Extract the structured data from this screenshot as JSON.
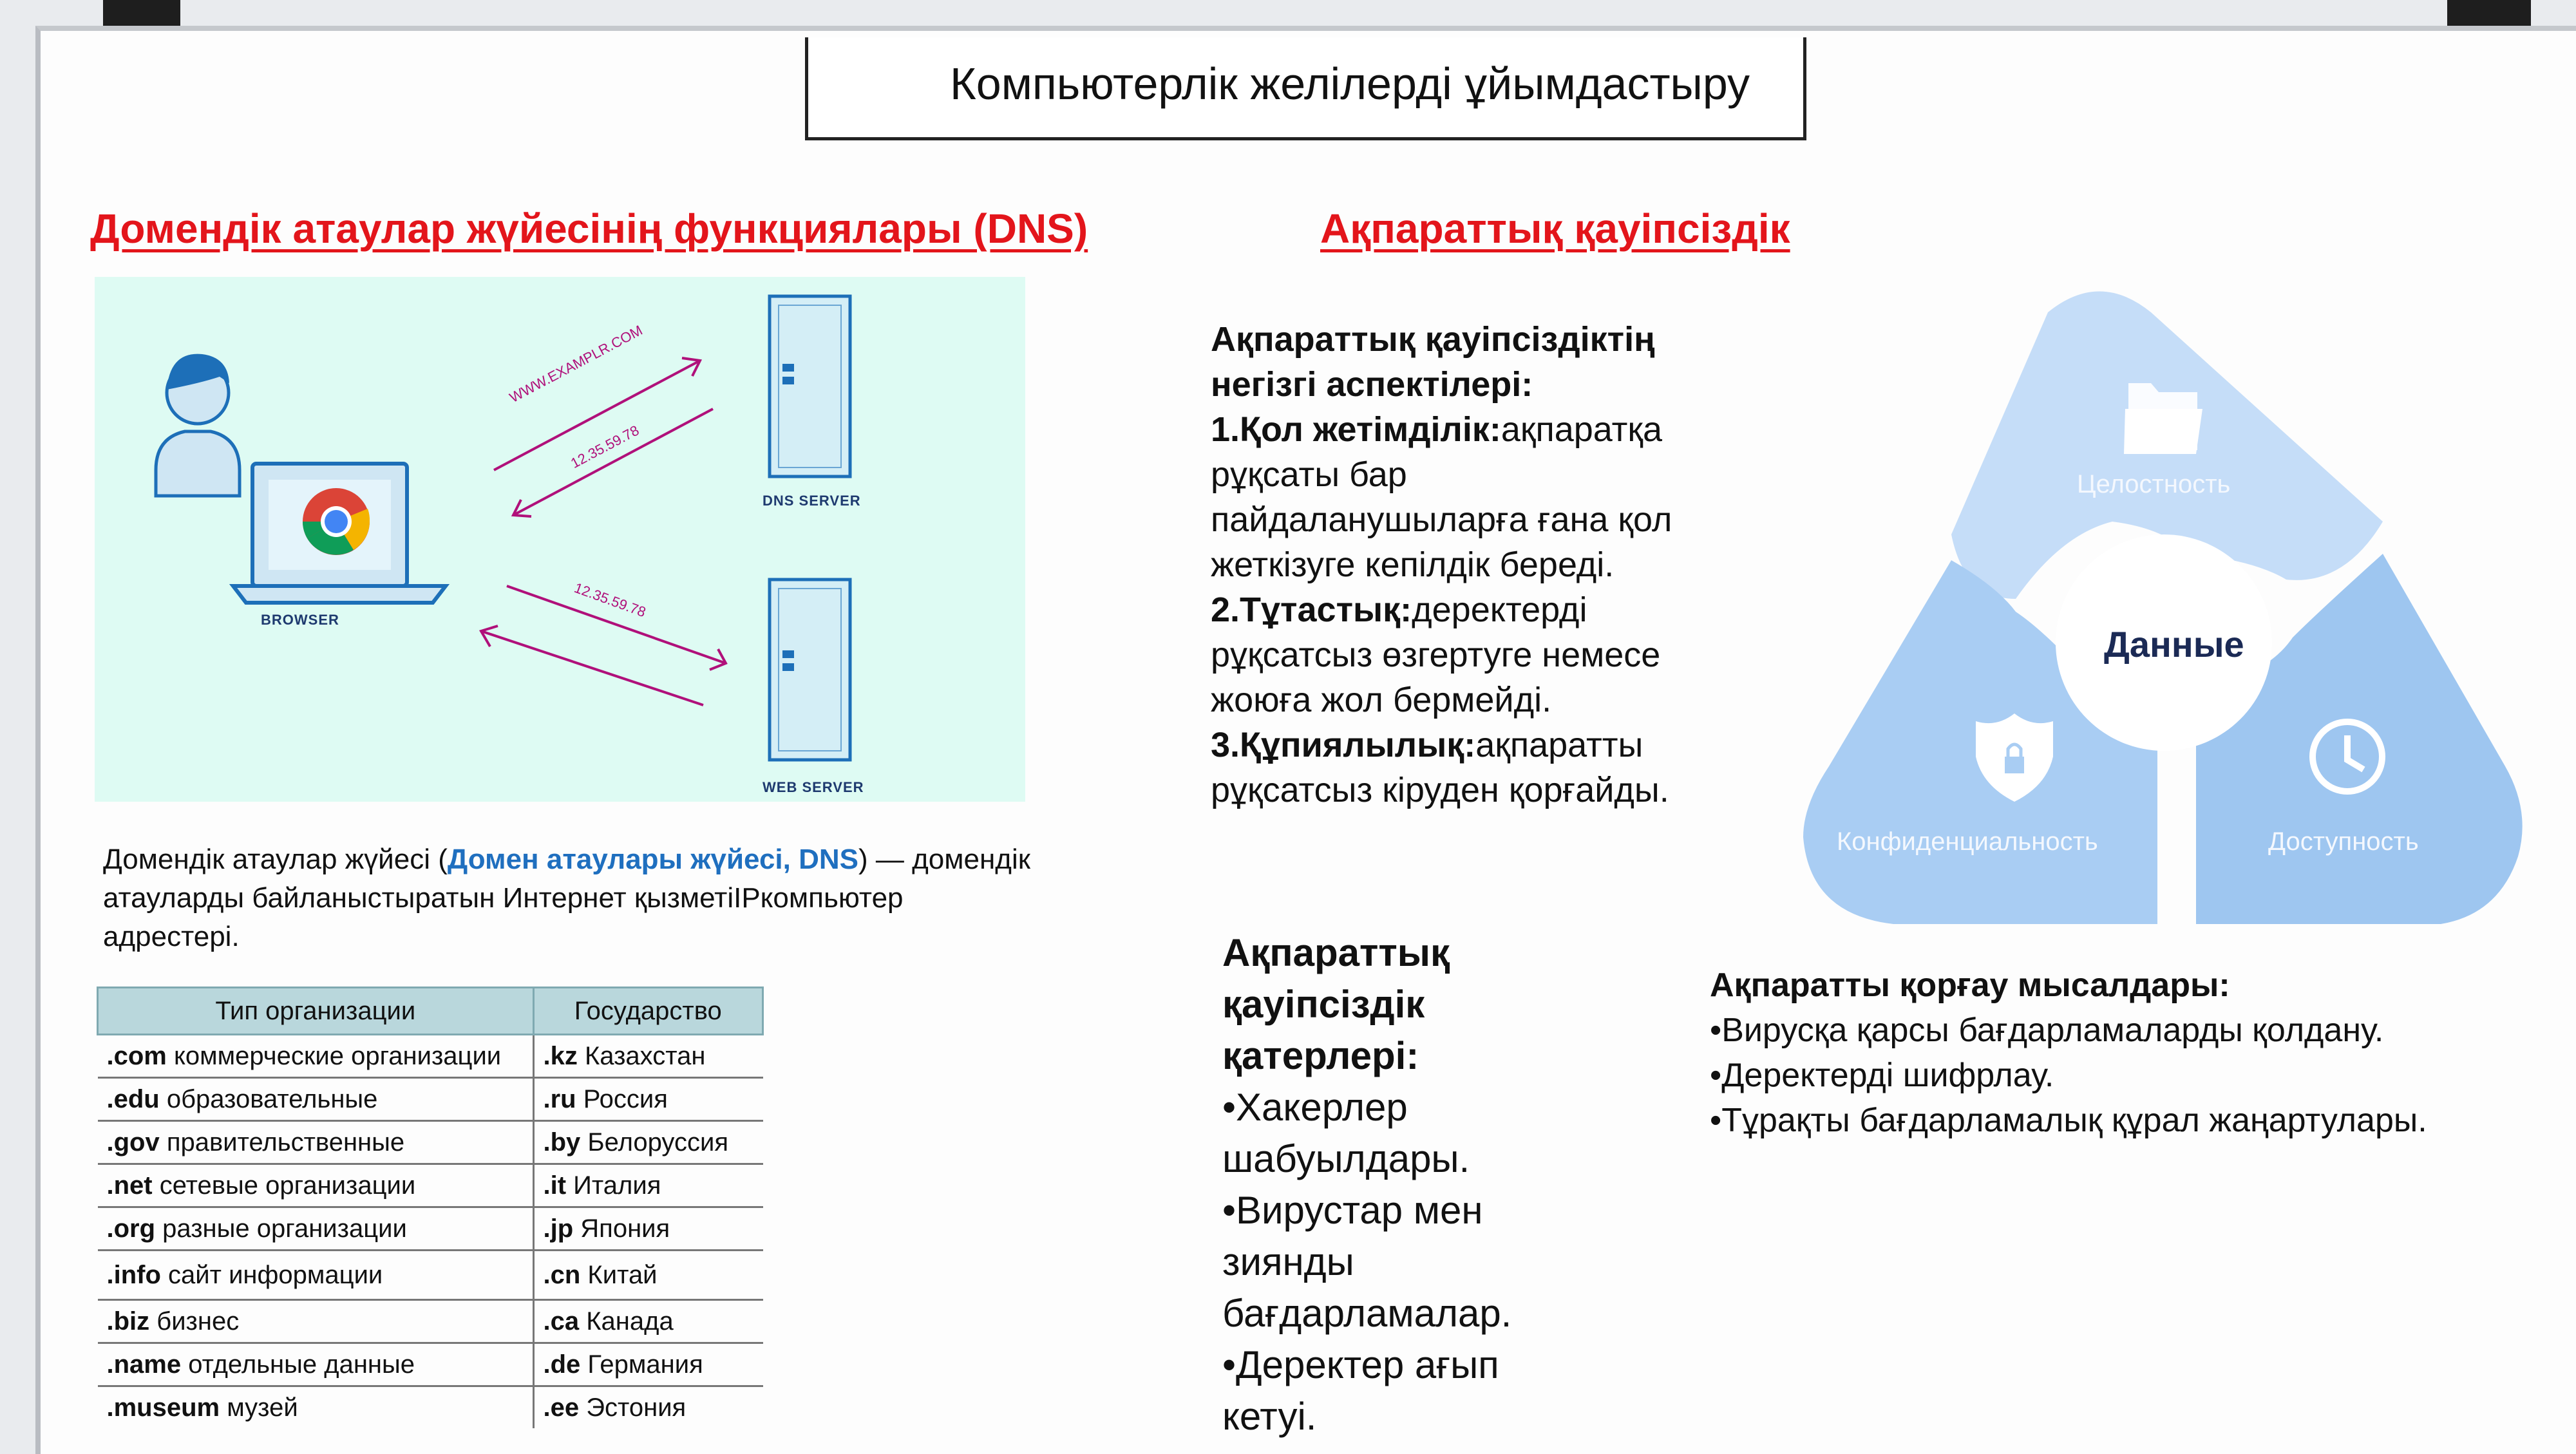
{
  "slide_title": "Компьютерлік желілерді ұйымдастыру",
  "dns_section": {
    "heading": "Домендік атаулар жүйесінің функциялары (DNS)",
    "diagram": {
      "browser_label": "BROWSER",
      "dns_server_label": "DNS  SERVER",
      "web_server_label": "WEB SERVER",
      "request_domain": "WWW.EXAMPLR.COM",
      "response_ip": "12.35.59.78",
      "web_request_ip": "12.35.59.78"
    },
    "description_prefix": "Домендік атаулар жүйесі (",
    "description_highlight": "Домен атаулары жүйесі, DNS",
    "description_suffix": ") — домендік атауларды байланыстыратын Интернет қызметіIPкомпьютер адрестері.",
    "table": {
      "headers": [
        "Тип организации",
        "Государство"
      ],
      "rows": [
        [
          ".com",
          "коммерческие организации",
          ".kz",
          "Казахстан"
        ],
        [
          ".edu",
          "образовательные",
          ".ru",
          "Россия"
        ],
        [
          ".gov",
          "правительственные",
          ".by",
          "Белоруссия"
        ],
        [
          ".net",
          "сетевые организации",
          ".it",
          "Италия"
        ],
        [
          ".org",
          "разные организации",
          ".jp",
          "Япония"
        ],
        [
          ".info",
          "сайт информации",
          ".cn",
          "Китай"
        ],
        [
          ".biz",
          "бизнес",
          ".ca",
          "Канада"
        ],
        [
          ".name",
          "отдельные данные",
          ".de",
          "Германия"
        ],
        [
          ".museum",
          "музей",
          ".ee",
          "Эстония"
        ]
      ]
    }
  },
  "security_section": {
    "heading": "Ақпараттық қауіпсіздік",
    "aspects_title_1": "Ақпараттық қауіпсіздіктің",
    "aspects_title_2": "негізгі аспектілері:",
    "aspect_1_bold": "1.Қол жетімділік:",
    "aspect_1_text_a": "ақпаратқа",
    "aspect_1_text_b": "рұқсаты бар",
    "aspect_1_text_c": "пайдаланушыларға ғана қол",
    "aspect_1_text_d": "жеткізуге кепілдік береді.",
    "aspect_2_bold": "2.Тұтастық:",
    "aspect_2_text_a": "деректерді",
    "aspect_2_text_b": "рұқсатсыз өзгертуге немесе",
    "aspect_2_text_c": "жоюға жол бермейді.",
    "aspect_3_bold": "3.Құпиялылық:",
    "aspect_3_text_a": "ақпаратты",
    "aspect_3_text_b": "рұқсатсыз кіруден қорғайды.",
    "cia": {
      "center": "Данные",
      "top": "Целостность",
      "left": "Конфиденциальность",
      "right": "Доступность"
    },
    "threats": {
      "heading_1": "Ақпараттық",
      "heading_2": "қауіпсіздік",
      "heading_3": "қатерлері:",
      "item_1a": "•Хакерлер",
      "item_1b": "шабуылдары.",
      "item_2a": "•Вирустар мен",
      "item_2b": "зиянды",
      "item_2c": "бағдарламалар.",
      "item_3a": "•Деректер ағып",
      "item_3b": "кетуі."
    },
    "examples": {
      "heading": "Ақпаратты қорғау мысалдары:",
      "items": [
        "•Вирусқа қарсы бағдарламаларды қолдану.",
        "•Деректерді шифрлау.",
        "•Тұрақты бағдарламалық құрал жаңартулары."
      ]
    },
    "colors": {
      "heading_red": "#e3151b",
      "highlight_blue": "#1f6fbf",
      "cia_light": "#c5ddf8",
      "cia_mid": "#a9cdf3",
      "cia_dark": "#9ec6f0",
      "center_text": "#1b2a55"
    }
  }
}
